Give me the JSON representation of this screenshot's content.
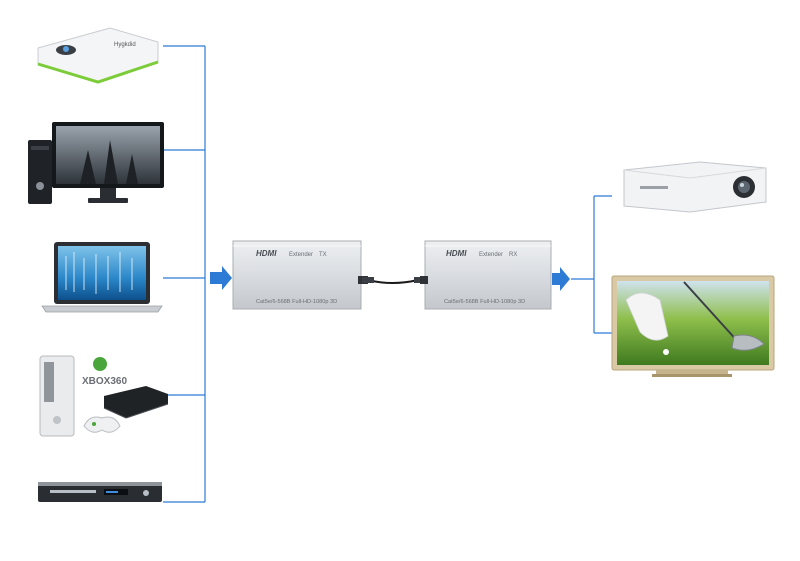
{
  "sources": [
    {
      "name": "Media player",
      "icon": "media-player-icon",
      "brand": "Hygkdid"
    },
    {
      "name": "Desktop PC",
      "icon": "desktop-pc-icon"
    },
    {
      "name": "Laptop",
      "icon": "laptop-icon"
    },
    {
      "name": "Game consoles",
      "icon": "game-console-icon",
      "brand": "XBOX360"
    },
    {
      "name": "DVD player",
      "icon": "dvd-player-icon"
    }
  ],
  "transmitter": {
    "logo": "HDMI",
    "model": "Extender",
    "mode": "TX",
    "spec": "Cat5e/6-568B  Full-HD-1080p 3D"
  },
  "receiver": {
    "logo": "HDMI",
    "model": "Extender",
    "mode": "RX",
    "spec": "Cat5e/6-568B  Full-HD-1080p 3D"
  },
  "displays": [
    {
      "name": "Projector",
      "icon": "projector-icon"
    },
    {
      "name": "Television",
      "icon": "television-icon"
    }
  ],
  "colors": {
    "line": "#2e7bd6",
    "arrow": "#2e7bd6",
    "device_body": "#d8dadd",
    "device_edge": "#a9adb2",
    "cable": "#1a1a1a"
  }
}
